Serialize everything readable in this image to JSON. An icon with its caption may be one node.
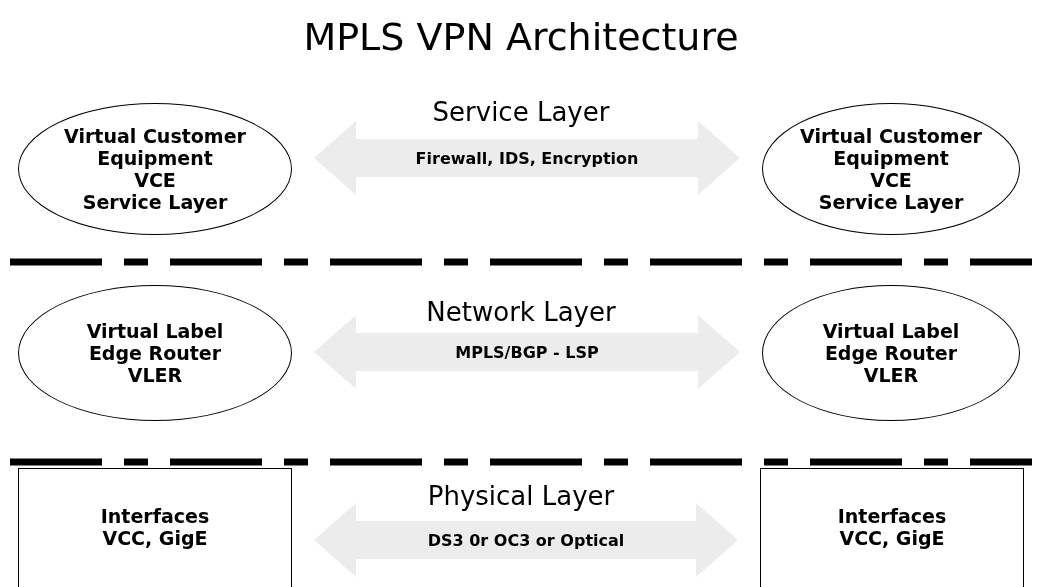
{
  "diagram": {
    "title": "MPLS VPN Architecture",
    "nodes": [
      {
        "text": [
          "Virtual Customer Equipment",
          "VCE",
          "Service Layer"
        ]
      },
      {
        "text": [
          "Virtual Customer Equipment",
          "VCE",
          "Service Layer"
        ]
      },
      {
        "text": [
          "Virtual Label Edge Router",
          "VLER"
        ]
      },
      {
        "text": [
          "Virtual Label Edge Router",
          "VLER"
        ]
      },
      {
        "text": [
          "Interfaces",
          "VCC, GigE"
        ]
      },
      {
        "text": [
          "Interfaces",
          "VCC, GigE"
        ]
      }
    ],
    "edges": [
      {
        "from": 0,
        "to": 1,
        "arrow": "both",
        "label": "Firewall, IDS, Encryption",
        "style": "thick"
      },
      {
        "from": 2,
        "to": 3,
        "arrow": "both",
        "label": "MPLS/BGP - LSP",
        "style": "thick"
      },
      {
        "from": 4,
        "to": 5,
        "arrow": "both",
        "label": "DS3 0r OC3 or Optical",
        "style": "thick"
      }
    ],
    "labels": [
      "Service Layer",
      "Network Layer",
      "Physical Layer"
    ]
  }
}
